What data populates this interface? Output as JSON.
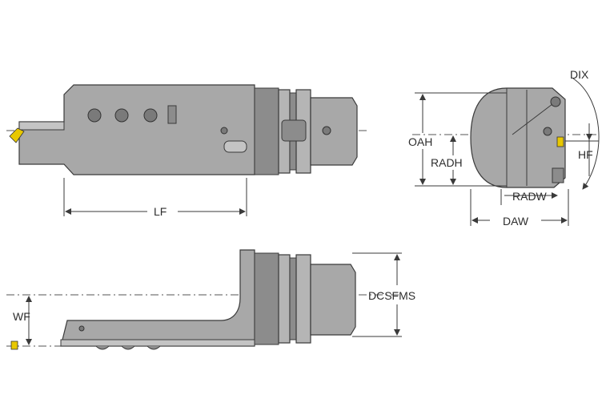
{
  "labels": {
    "lf": "LF",
    "oah": "OAH",
    "radh": "RADH",
    "radw": "RADW",
    "daw": "DAW",
    "dix": "DIX",
    "hf": "HF",
    "wf": "WF",
    "dcsfms": "DCSFMS"
  },
  "colors": {
    "body": "#a8a8a8",
    "insert": "#e8c800",
    "line": "#3a3a3a"
  }
}
